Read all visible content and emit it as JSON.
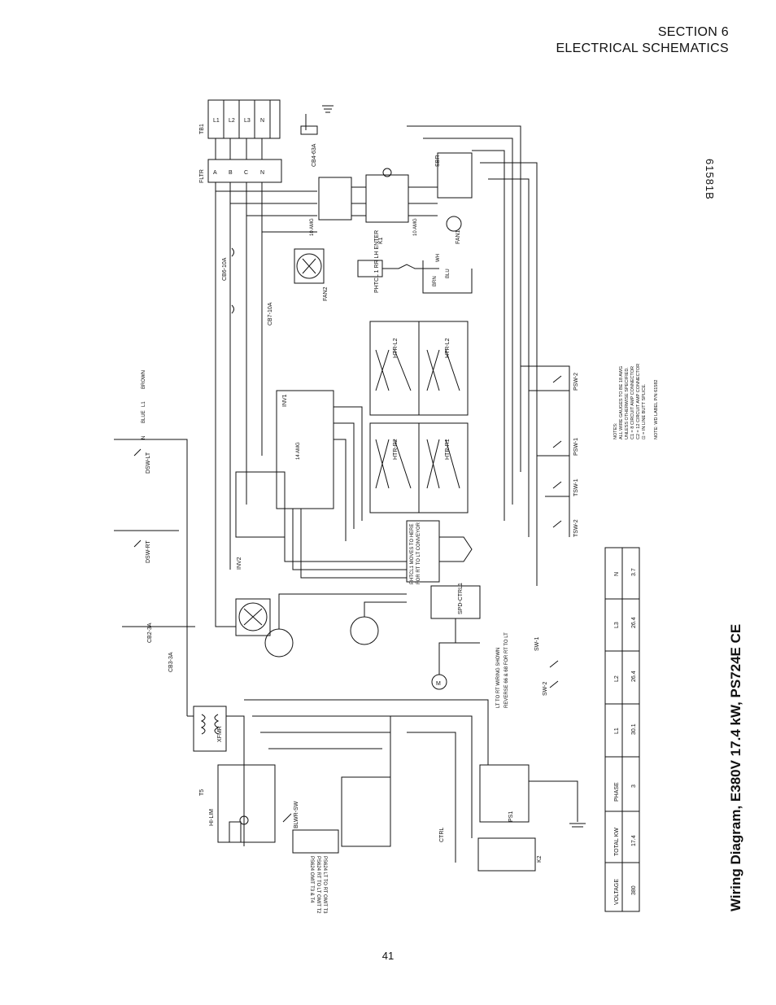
{
  "header": {
    "section": "SECTION 6",
    "subtitle": "ELECTRICAL  SCHEMATICS"
  },
  "doc_number": "61581B",
  "diagram_title": "Wiring Diagram, E380V 17.4 kW, PS724E CE",
  "page_number": "41",
  "components": {
    "tb1": "TB1",
    "fltr": "FLTR",
    "fan1": "FAN1",
    "fan2": "FAN2",
    "k1": "K1",
    "cb4": "CB4-63A",
    "cb6": "CB6-10A",
    "cb7": "CB7-10A",
    "cb2": "CB2-3A",
    "cb3": "CB3-3A",
    "inv1": "INV1",
    "inv2": "INV2",
    "sbr": "SBR",
    "phtcl1": "PHTCL 1\nRR LH ENTER",
    "htr_l2": "HTR-L2",
    "htr_r2": "HTR-R2",
    "htr_r1": "HTR-R1",
    "dsw_lt": "DSW-LT",
    "dsw_rt": "DSW-RT",
    "xfmr": "XFMR",
    "hi_lim": "HI-LIM",
    "blwr_sw": "BLWR-SW",
    "ctrl": "CTRL",
    "ps1": "PS1",
    "spd_ctrl": "SPD-CTRL1",
    "sw1": "SW-1",
    "sw2": "SW-2",
    "psw1": "PSW-1",
    "psw2": "PSW-2",
    "tsw1": "TSW-1",
    "tsw2": "TSW-2",
    "t5": "T5",
    "k2": "K2",
    "m": "M"
  },
  "terminals": [
    "L1",
    "L2",
    "L3",
    "N",
    "A",
    "B",
    "C",
    "N"
  ],
  "wire_notes": {
    "amg10a": "10 AMG",
    "amg10b": "10 AMG",
    "amg14": "14 AMG",
    "brown": "BROWN",
    "blue": "BLUE",
    "l1": "L1",
    "n": "N",
    "blu": "BLU",
    "brn": "BRN",
    "wh": "WH",
    "lt_to_rt": "LT TO RT WIRING SHOWN",
    "reverse": "REVERSE 66 & 68 FOR RT TO LT",
    "phtcl_moves": "PHTCL1 MOVES TO HERE",
    "rt_lt": "FOR RT TO LT CONVEYOR",
    "ps624_1": "PS624 LT TO RT OMIT T3",
    "ps624_2": "PS624 RT TO LT OMIT T2",
    "ps624_3": "PS624 OMIT T3 & T4"
  },
  "notes": [
    "NOTES:",
    "ALL WIRE GAUGES TO BE 18 AWG",
    "UNLESS OTHERWISE SPECIFIED.",
    "C1 = 8 CIRCUIT AMP CONNECTOR",
    "C2 = 12 CIRCUIT AMP CONNECTOR",
    "⊡ = IN LINE BUTT SPLICE.",
    "NOTE: WD LABEL P/N 61582"
  ],
  "table": {
    "headers": [
      "VOLTAGE",
      "TOTAL KW",
      "PHASE",
      "L1",
      "L2",
      "L3",
      "N"
    ],
    "row": [
      "380",
      "17.4",
      "3",
      "30.1",
      "26.4",
      "26.4",
      "3.7"
    ]
  }
}
